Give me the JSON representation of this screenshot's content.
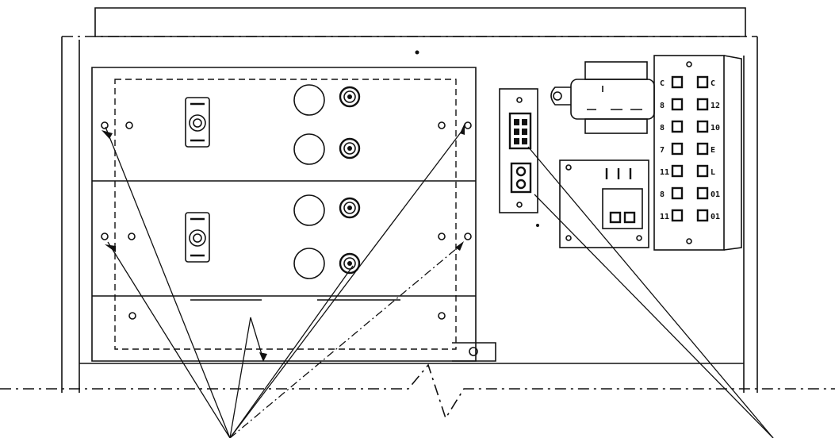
{
  "terminal_strip": {
    "left_labels": [
      "C",
      "8",
      "8",
      "7",
      "11",
      "8",
      "11"
    ],
    "right_labels": [
      "C",
      "12",
      "10",
      "E",
      "L",
      "01",
      "01"
    ]
  },
  "colors": {
    "ink": "#111111",
    "paper": "#ffffff"
  }
}
